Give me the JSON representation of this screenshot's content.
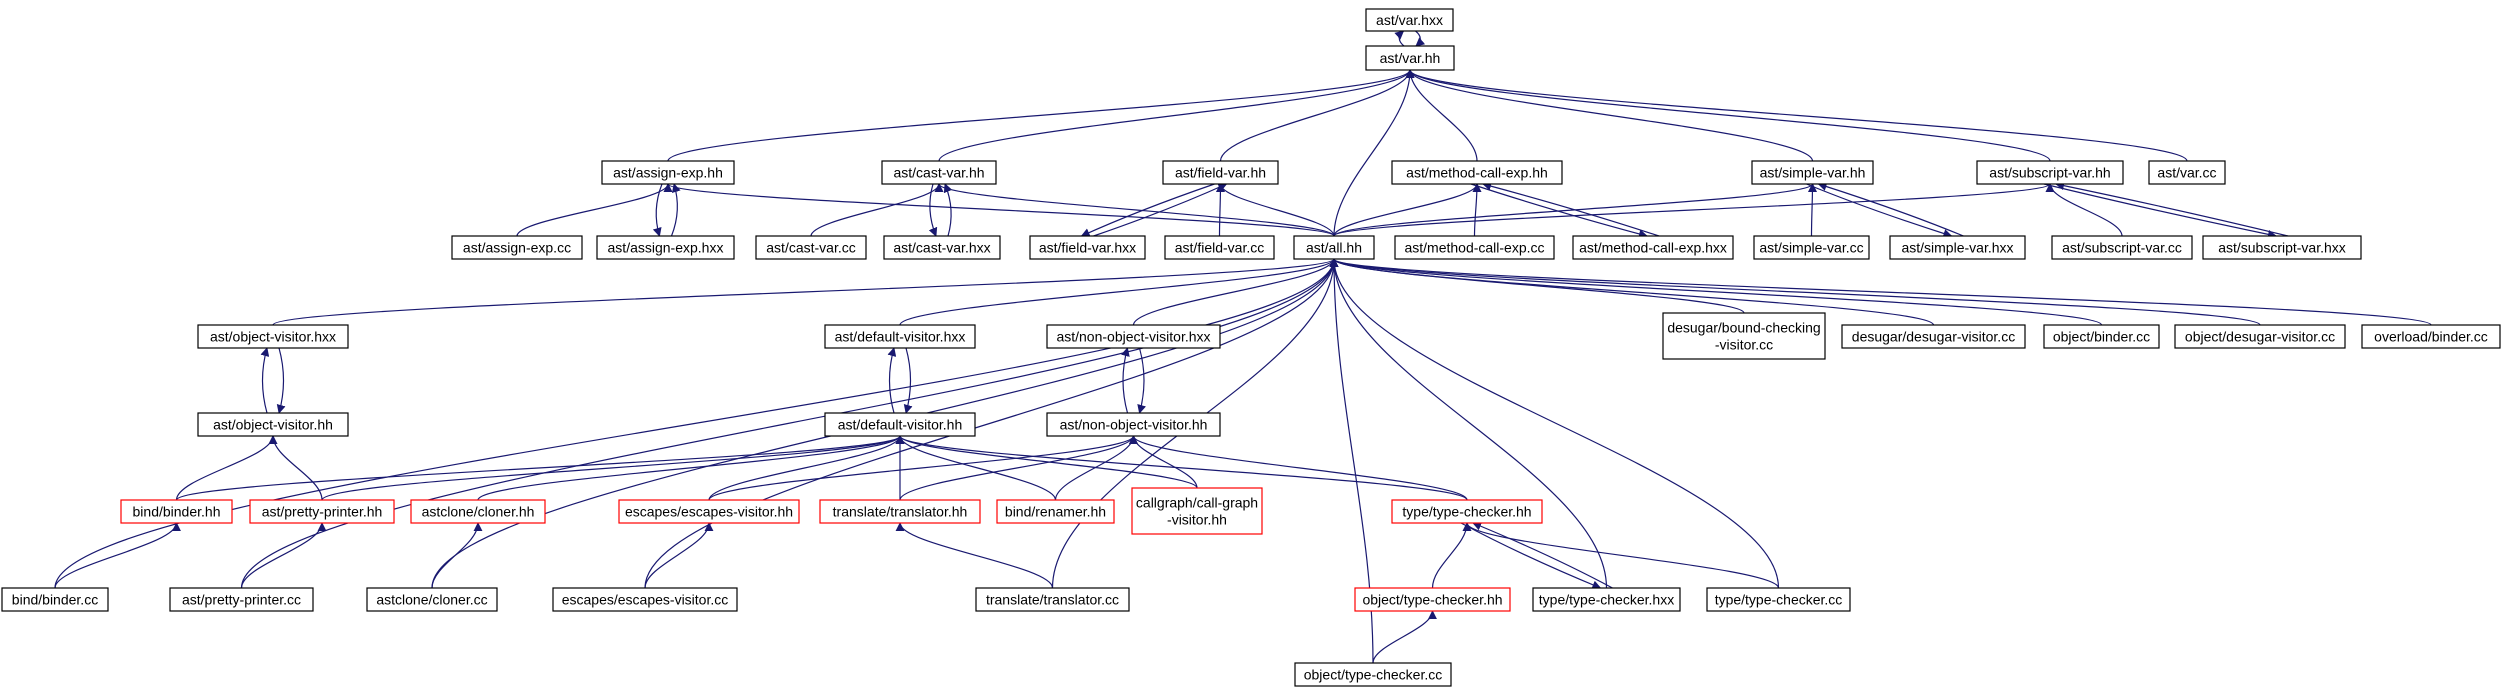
{
  "colors": {
    "edge": "#191970",
    "border_default": "#000000",
    "border_truncated": "#ff0000",
    "focus_fill": "#bfbfbf",
    "node_fill": "#ffffff"
  },
  "nodes": [
    {
      "id": "var_hxx",
      "label": "ast/var.hxx",
      "style": "focus"
    },
    {
      "id": "var_hh",
      "label": "ast/var.hh",
      "style": "normal"
    },
    {
      "id": "assign_exp_hh",
      "label": "ast/assign-exp.hh",
      "style": "normal"
    },
    {
      "id": "cast_var_hh",
      "label": "ast/cast-var.hh",
      "style": "normal"
    },
    {
      "id": "field_var_hh",
      "label": "ast/field-var.hh",
      "style": "normal"
    },
    {
      "id": "method_call_exp_hh",
      "label": "ast/method-call-exp.hh",
      "style": "normal"
    },
    {
      "id": "simple_var_hh",
      "label": "ast/simple-var.hh",
      "style": "normal"
    },
    {
      "id": "subscript_var_hh",
      "label": "ast/subscript-var.hh",
      "style": "normal"
    },
    {
      "id": "var_cc",
      "label": "ast/var.cc",
      "style": "normal"
    },
    {
      "id": "assign_exp_cc",
      "label": "ast/assign-exp.cc",
      "style": "normal"
    },
    {
      "id": "assign_exp_hxx",
      "label": "ast/assign-exp.hxx",
      "style": "normal"
    },
    {
      "id": "cast_var_cc",
      "label": "ast/cast-var.cc",
      "style": "normal"
    },
    {
      "id": "cast_var_hxx",
      "label": "ast/cast-var.hxx",
      "style": "normal"
    },
    {
      "id": "field_var_hxx",
      "label": "ast/field-var.hxx",
      "style": "normal"
    },
    {
      "id": "field_var_cc",
      "label": "ast/field-var.cc",
      "style": "normal"
    },
    {
      "id": "all_hh",
      "label": "ast/all.hh",
      "style": "normal"
    },
    {
      "id": "method_call_exp_cc",
      "label": "ast/method-call-exp.cc",
      "style": "normal"
    },
    {
      "id": "method_call_exp_hxx",
      "label": "ast/method-call-exp.hxx",
      "style": "normal"
    },
    {
      "id": "simple_var_cc",
      "label": "ast/simple-var.cc",
      "style": "normal"
    },
    {
      "id": "simple_var_hxx",
      "label": "ast/simple-var.hxx",
      "style": "normal"
    },
    {
      "id": "subscript_var_cc",
      "label": "ast/subscript-var.cc",
      "style": "normal"
    },
    {
      "id": "subscript_var_hxx",
      "label": "ast/subscript-var.hxx",
      "style": "normal"
    },
    {
      "id": "object_visitor_hxx",
      "label": "ast/object-visitor.hxx",
      "style": "normal"
    },
    {
      "id": "default_visitor_hxx",
      "label": "ast/default-visitor.hxx",
      "style": "normal"
    },
    {
      "id": "non_object_visitor_hxx",
      "label": "ast/non-object-visitor.hxx",
      "style": "normal"
    },
    {
      "id": "bound_checking",
      "label": "desugar/bound-checking\n-visitor.cc",
      "style": "normal"
    },
    {
      "id": "desugar_visitor_cc",
      "label": "desugar/desugar-visitor.cc",
      "style": "normal"
    },
    {
      "id": "object_binder_cc",
      "label": "object/binder.cc",
      "style": "normal"
    },
    {
      "id": "object_desugar_visitor_cc",
      "label": "object/desugar-visitor.cc",
      "style": "normal"
    },
    {
      "id": "overload_binder_cc",
      "label": "overload/binder.cc",
      "style": "normal"
    },
    {
      "id": "object_visitor_hh",
      "label": "ast/object-visitor.hh",
      "style": "normal"
    },
    {
      "id": "default_visitor_hh",
      "label": "ast/default-visitor.hh",
      "style": "normal"
    },
    {
      "id": "non_object_visitor_hh",
      "label": "ast/non-object-visitor.hh",
      "style": "normal"
    },
    {
      "id": "bind_binder_hh",
      "label": "bind/binder.hh",
      "style": "truncated"
    },
    {
      "id": "pretty_printer_hh",
      "label": "ast/pretty-printer.hh",
      "style": "truncated"
    },
    {
      "id": "cloner_hh",
      "label": "astclone/cloner.hh",
      "style": "truncated"
    },
    {
      "id": "escapes_visitor_hh",
      "label": "escapes/escapes-visitor.hh",
      "style": "truncated"
    },
    {
      "id": "translator_hh",
      "label": "translate/translator.hh",
      "style": "truncated"
    },
    {
      "id": "renamer_hh",
      "label": "bind/renamer.hh",
      "style": "truncated"
    },
    {
      "id": "call_graph_hh",
      "label": "callgraph/call-graph\n-visitor.hh",
      "style": "truncated"
    },
    {
      "id": "type_checker_hh",
      "label": "type/type-checker.hh",
      "style": "truncated"
    },
    {
      "id": "bind_binder_cc",
      "label": "bind/binder.cc",
      "style": "normal"
    },
    {
      "id": "pretty_printer_cc",
      "label": "ast/pretty-printer.cc",
      "style": "normal"
    },
    {
      "id": "cloner_cc",
      "label": "astclone/cloner.cc",
      "style": "normal"
    },
    {
      "id": "escapes_visitor_cc",
      "label": "escapes/escapes-visitor.cc",
      "style": "normal"
    },
    {
      "id": "translator_cc",
      "label": "translate/translator.cc",
      "style": "normal"
    },
    {
      "id": "object_type_checker_hh",
      "label": "object/type-checker.hh",
      "style": "truncated"
    },
    {
      "id": "type_checker_hxx",
      "label": "type/type-checker.hxx",
      "style": "normal"
    },
    {
      "id": "type_checker_cc",
      "label": "type/type-checker.cc",
      "style": "normal"
    },
    {
      "id": "object_type_checker_cc",
      "label": "object/type-checker.cc",
      "style": "normal"
    }
  ],
  "edges": [
    {
      "from": "var_hh",
      "to": "var_hxx"
    },
    {
      "from": "var_hxx",
      "to": "var_hh"
    },
    {
      "from": "assign_exp_hh",
      "to": "var_hh"
    },
    {
      "from": "cast_var_hh",
      "to": "var_hh"
    },
    {
      "from": "field_var_hh",
      "to": "var_hh"
    },
    {
      "from": "method_call_exp_hh",
      "to": "var_hh"
    },
    {
      "from": "simple_var_hh",
      "to": "var_hh"
    },
    {
      "from": "subscript_var_hh",
      "to": "var_hh"
    },
    {
      "from": "var_cc",
      "to": "var_hh"
    },
    {
      "from": "all_hh",
      "to": "var_hh"
    },
    {
      "from": "assign_exp_cc",
      "to": "assign_exp_hh"
    },
    {
      "from": "assign_exp_hxx",
      "to": "assign_exp_hh"
    },
    {
      "from": "assign_exp_hh",
      "to": "assign_exp_hxx"
    },
    {
      "from": "all_hh",
      "to": "assign_exp_hh"
    },
    {
      "from": "cast_var_cc",
      "to": "cast_var_hh"
    },
    {
      "from": "cast_var_hxx",
      "to": "cast_var_hh"
    },
    {
      "from": "cast_var_hh",
      "to": "cast_var_hxx"
    },
    {
      "from": "all_hh",
      "to": "cast_var_hh"
    },
    {
      "from": "field_var_hxx",
      "to": "field_var_hh"
    },
    {
      "from": "field_var_hh",
      "to": "field_var_hxx"
    },
    {
      "from": "field_var_cc",
      "to": "field_var_hh"
    },
    {
      "from": "all_hh",
      "to": "field_var_hh"
    },
    {
      "from": "all_hh",
      "to": "method_call_exp_hh"
    },
    {
      "from": "method_call_exp_cc",
      "to": "method_call_exp_hh"
    },
    {
      "from": "method_call_exp_hxx",
      "to": "method_call_exp_hh"
    },
    {
      "from": "method_call_exp_hh",
      "to": "method_call_exp_hxx"
    },
    {
      "from": "all_hh",
      "to": "simple_var_hh"
    },
    {
      "from": "simple_var_cc",
      "to": "simple_var_hh"
    },
    {
      "from": "simple_var_hxx",
      "to": "simple_var_hh"
    },
    {
      "from": "simple_var_hh",
      "to": "simple_var_hxx"
    },
    {
      "from": "all_hh",
      "to": "subscript_var_hh"
    },
    {
      "from": "subscript_var_cc",
      "to": "subscript_var_hh"
    },
    {
      "from": "subscript_var_hxx",
      "to": "subscript_var_hh"
    },
    {
      "from": "subscript_var_hh",
      "to": "subscript_var_hxx"
    },
    {
      "from": "object_visitor_hxx",
      "to": "all_hh"
    },
    {
      "from": "default_visitor_hxx",
      "to": "all_hh"
    },
    {
      "from": "non_object_visitor_hxx",
      "to": "all_hh"
    },
    {
      "from": "bound_checking",
      "to": "all_hh"
    },
    {
      "from": "desugar_visitor_cc",
      "to": "all_hh"
    },
    {
      "from": "object_binder_cc",
      "to": "all_hh"
    },
    {
      "from": "object_desugar_visitor_cc",
      "to": "all_hh"
    },
    {
      "from": "overload_binder_cc",
      "to": "all_hh"
    },
    {
      "from": "bind_binder_cc",
      "to": "all_hh"
    },
    {
      "from": "pretty_printer_cc",
      "to": "all_hh"
    },
    {
      "from": "cloner_cc",
      "to": "all_hh"
    },
    {
      "from": "escapes_visitor_cc",
      "to": "all_hh"
    },
    {
      "from": "translator_cc",
      "to": "all_hh"
    },
    {
      "from": "type_checker_hxx",
      "to": "all_hh"
    },
    {
      "from": "type_checker_cc",
      "to": "all_hh"
    },
    {
      "from": "object_type_checker_cc",
      "to": "all_hh"
    },
    {
      "from": "object_visitor_hh",
      "to": "object_visitor_hxx"
    },
    {
      "from": "object_visitor_hxx",
      "to": "object_visitor_hh"
    },
    {
      "from": "bind_binder_hh",
      "to": "object_visitor_hh"
    },
    {
      "from": "pretty_printer_hh",
      "to": "object_visitor_hh"
    },
    {
      "from": "default_visitor_hh",
      "to": "default_visitor_hxx"
    },
    {
      "from": "default_visitor_hxx",
      "to": "default_visitor_hh"
    },
    {
      "from": "non_object_visitor_hh",
      "to": "non_object_visitor_hxx"
    },
    {
      "from": "non_object_visitor_hxx",
      "to": "non_object_visitor_hh"
    },
    {
      "from": "bind_binder_hh",
      "to": "default_visitor_hh"
    },
    {
      "from": "pretty_printer_hh",
      "to": "default_visitor_hh"
    },
    {
      "from": "cloner_hh",
      "to": "default_visitor_hh"
    },
    {
      "from": "escapes_visitor_hh",
      "to": "default_visitor_hh"
    },
    {
      "from": "translator_hh",
      "to": "default_visitor_hh"
    },
    {
      "from": "renamer_hh",
      "to": "default_visitor_hh"
    },
    {
      "from": "call_graph_hh",
      "to": "default_visitor_hh"
    },
    {
      "from": "type_checker_hh",
      "to": "default_visitor_hh"
    },
    {
      "from": "escapes_visitor_hh",
      "to": "non_object_visitor_hh"
    },
    {
      "from": "translator_hh",
      "to": "non_object_visitor_hh"
    },
    {
      "from": "renamer_hh",
      "to": "non_object_visitor_hh"
    },
    {
      "from": "call_graph_hh",
      "to": "non_object_visitor_hh"
    },
    {
      "from": "type_checker_hh",
      "to": "non_object_visitor_hh"
    },
    {
      "from": "bind_binder_cc",
      "to": "bind_binder_hh"
    },
    {
      "from": "pretty_printer_cc",
      "to": "pretty_printer_hh"
    },
    {
      "from": "cloner_cc",
      "to": "cloner_hh"
    },
    {
      "from": "escapes_visitor_cc",
      "to": "escapes_visitor_hh"
    },
    {
      "from": "translator_cc",
      "to": "translator_hh"
    },
    {
      "from": "object_type_checker_hh",
      "to": "type_checker_hh"
    },
    {
      "from": "type_checker_hxx",
      "to": "type_checker_hh"
    },
    {
      "from": "type_checker_hh",
      "to": "type_checker_hxx"
    },
    {
      "from": "type_checker_cc",
      "to": "type_checker_hh"
    },
    {
      "from": "object_type_checker_cc",
      "to": "object_type_checker_hh"
    }
  ]
}
